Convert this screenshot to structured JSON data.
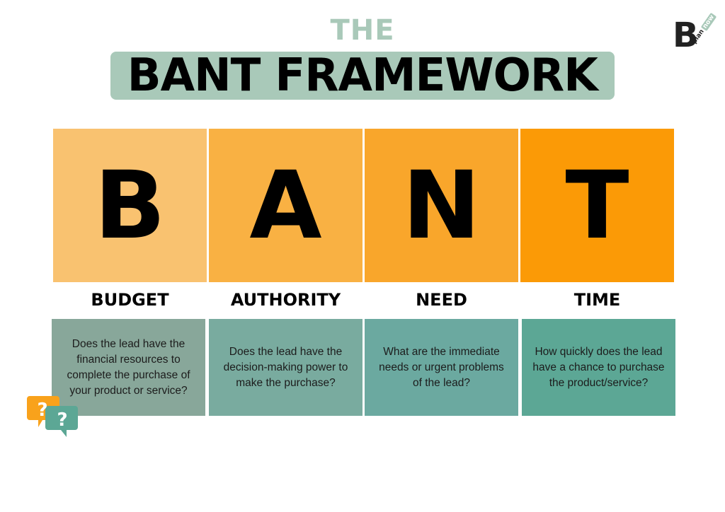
{
  "header": {
    "pre_title": "THE",
    "title": "BANT FRAMEWORK"
  },
  "logo": {
    "mark": "B",
    "text": "plan",
    "badge": "now"
  },
  "colors": {
    "title_box": "#a9c9b9",
    "tile_b": "#f9c270",
    "tile_a": "#f9b143",
    "tile_n": "#f9a62b",
    "tile_t": "#fb9a06",
    "desc_b": "#88a79a",
    "desc_a": "#79ab9f",
    "desc_n": "#6ba9a0",
    "desc_t": "#5ca795"
  },
  "columns": [
    {
      "letter": "B",
      "label": "BUDGET",
      "description": "Does the lead have the financial resources to complete the purchase of your product or service?"
    },
    {
      "letter": "A",
      "label": "AUTHORITY",
      "description": "Does the lead have the decision-making power to make the purchase?"
    },
    {
      "letter": "N",
      "label": "NEED",
      "description": "What are the immediate needs or urgent problems of the lead?"
    },
    {
      "letter": "T",
      "label": "TIME",
      "description": "How quickly does the lead have a chance to purchase the product/service?"
    }
  ],
  "icons": {
    "question_bubbles": "question-bubbles-icon"
  }
}
